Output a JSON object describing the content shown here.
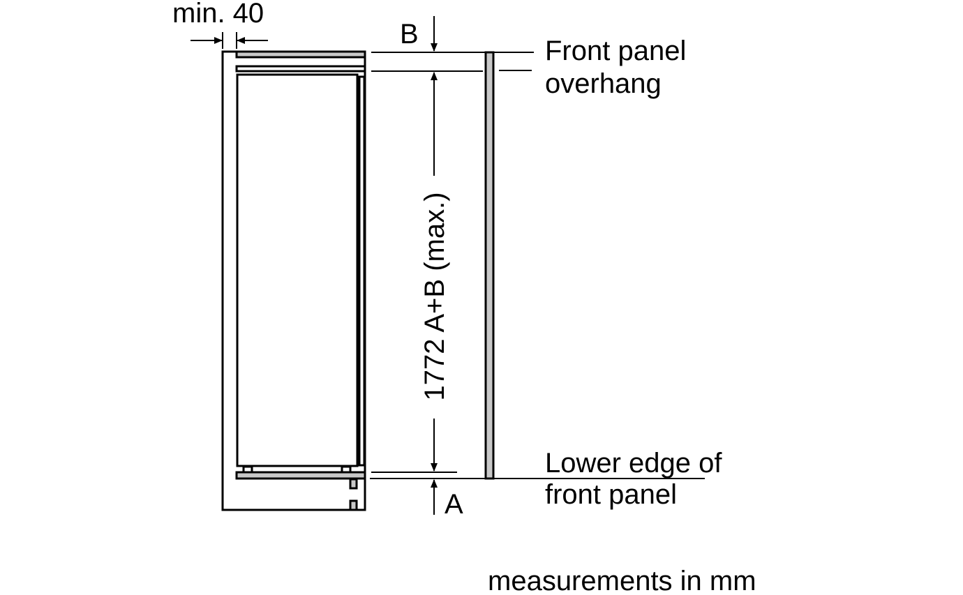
{
  "labels": {
    "min_gap": "min. 40",
    "mark_b": "B",
    "mark_a": "A",
    "height_dimension": "1772 A+B (max.)",
    "front_panel_overhang_line1": "Front panel",
    "front_panel_overhang_line2": "overhang",
    "lower_edge_line1": "Lower edge of",
    "lower_edge_line2": "front panel",
    "units_note": "measurements in mm"
  },
  "colors": {
    "line": "#000000",
    "panel_fill": "#c8c8c8",
    "background": "#ffffff"
  }
}
